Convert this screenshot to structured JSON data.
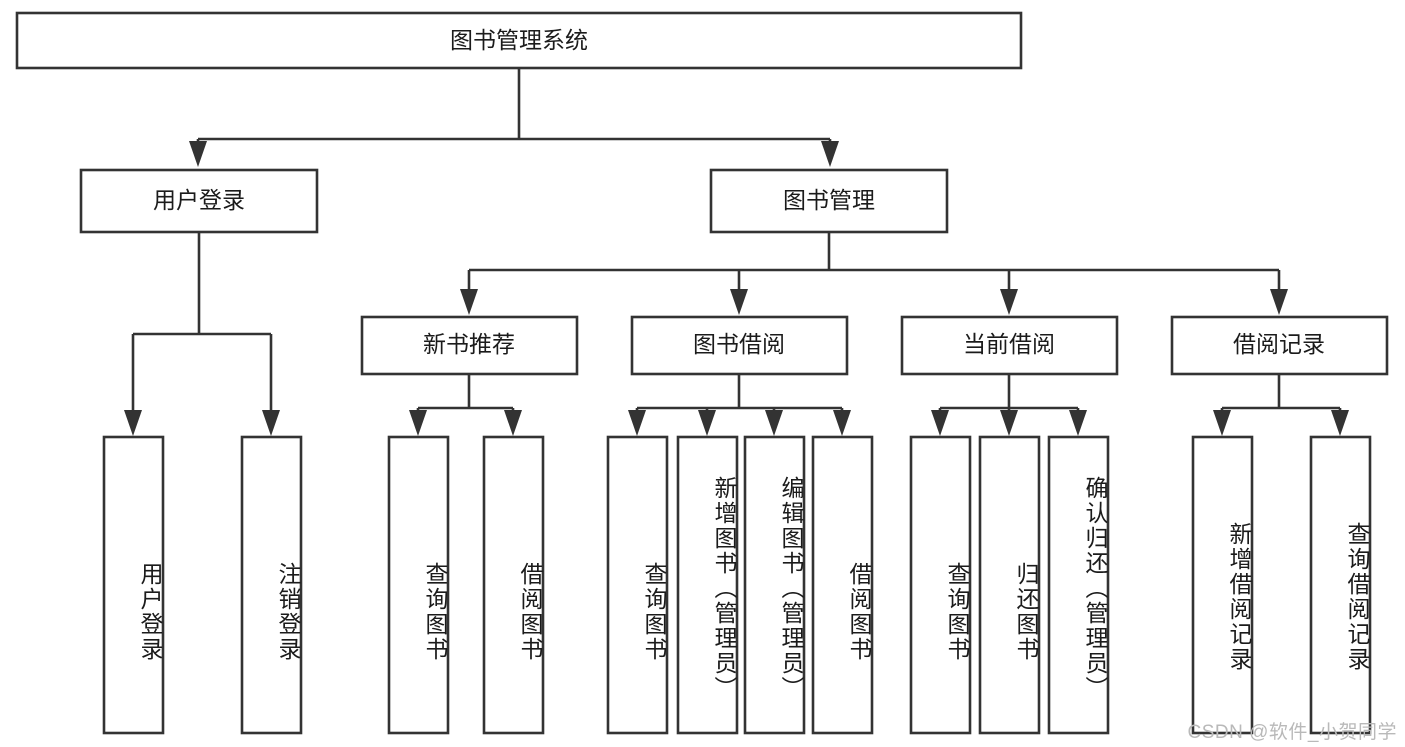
{
  "diagram": {
    "title": "图书管理系统",
    "type": "tree",
    "watermark": "CSDN @软件_小贺同学",
    "colors": {
      "stroke": "#333333",
      "fill": "#ffffff",
      "text": "#1b1b1b",
      "watermark": "#b9b9b9",
      "background": "#ffffff"
    },
    "root": {
      "label": "图书管理系统"
    },
    "level2": [
      {
        "label": "用户登录"
      },
      {
        "label": "图书管理"
      }
    ],
    "level3": [
      {
        "label": "新书推荐"
      },
      {
        "label": "图书借阅"
      },
      {
        "label": "当前借阅"
      },
      {
        "label": "借阅记录"
      }
    ],
    "leaves": {
      "user_login": [
        {
          "label": "用户登录"
        },
        {
          "label": "注销登录"
        }
      ],
      "new_book_recommend": [
        {
          "label": "查询图书"
        },
        {
          "label": "借阅图书"
        }
      ],
      "book_borrow": [
        {
          "label": "查询图书"
        },
        {
          "label": "新增图书（管理员）"
        },
        {
          "label": "编辑图书（管理员）"
        },
        {
          "label": "借阅图书"
        }
      ],
      "current_borrow": [
        {
          "label": "查询图书"
        },
        {
          "label": "归还图书"
        },
        {
          "label": "确认归还（管理员）"
        }
      ],
      "borrow_record": [
        {
          "label": "新增借阅记录"
        },
        {
          "label": "查询借阅记录"
        }
      ]
    }
  }
}
